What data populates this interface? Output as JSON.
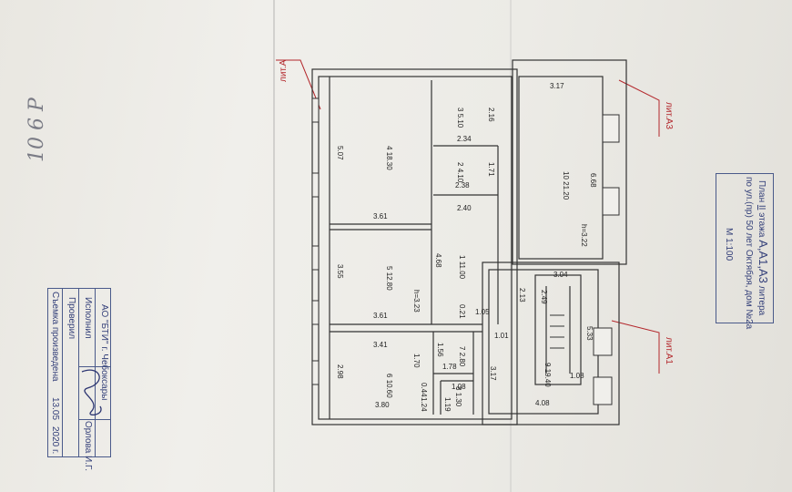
{
  "handwritten_note": "10 6 P",
  "labels": {
    "lit_a": "лит.А",
    "lit_a3": "лит.А3",
    "lit_a1": "лит.А1"
  },
  "plan_title": {
    "line1_a": "План",
    "line1_b": "II",
    "line1_c": "этажа",
    "line1_d": "А,А1,А3",
    "line1_e": "литера",
    "line2": "по ул.(пр) 50 лет Октября, дом №2а",
    "line3": "М 1:100"
  },
  "stamp": {
    "org": "АО \"БТИ\" г. Чебоксары",
    "executor_label": "Исполнил",
    "executor_name": "Орлова И.Г.",
    "checked_label": "Проверил",
    "survey_label": "Съемка произведена",
    "survey_date": "13.05",
    "survey_year": "2020 г."
  },
  "rooms": [
    {
      "no": "1",
      "area": "11.00"
    },
    {
      "no": "2",
      "area": "4.10"
    },
    {
      "no": "3",
      "area": "5.10"
    },
    {
      "no": "4",
      "area": "18.30"
    },
    {
      "no": "5",
      "area": "12.80"
    },
    {
      "no": "6",
      "area": "10.60"
    },
    {
      "no": "7",
      "area": "2.80"
    },
    {
      "no": "8",
      "area": "1.30"
    },
    {
      "no": "9",
      "area": "19.40"
    },
    {
      "no": "10",
      "area": "21.20"
    }
  ],
  "dimensions": {
    "d317": "3.17",
    "d668": "6.68",
    "d322": "h=3.22",
    "d304": "3.04",
    "d213": "2.13",
    "d249": "2.49",
    "d533": "5.33",
    "d108a": "1.08",
    "d408": "4.08",
    "d101": "1.01",
    "d216": "2.16",
    "d234": "2.34",
    "d171": "1.71",
    "d238": "2.38",
    "d240": "2.40",
    "d507": "5.07",
    "d361a": "3.61",
    "d468": "4.68",
    "d355": "3.55",
    "d323": "h=3.23",
    "d361b": "3.61",
    "d021": "0.21",
    "d105": "1.05",
    "d341": "3.41",
    "d170": "1.70",
    "d156": "1.56",
    "d178": "1.78",
    "d317b": "3.17",
    "d298": "2.98",
    "d044": "0.44",
    "d124": "1.24",
    "d108b": "1.08",
    "d119": "1.19",
    "d380": "3.80"
  }
}
